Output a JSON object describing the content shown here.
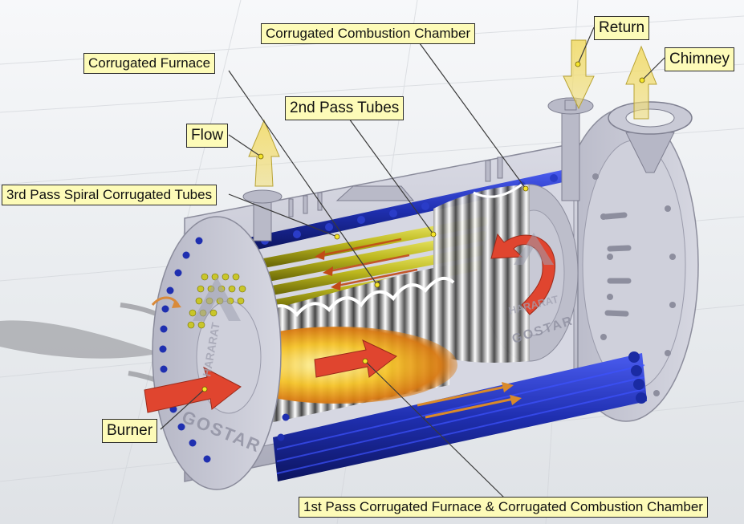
{
  "labels": {
    "corrugated_combustion_chamber": "Corrugated Combustion Chamber",
    "corrugated_furnace": "Corrugated Furnace",
    "return": "Return",
    "chimney": "Chimney",
    "second_pass_tubes": "2nd Pass Tubes",
    "flow": "Flow",
    "third_pass_spiral_tubes": "3rd Pass Spiral Corrugated Tubes",
    "burner": "Burner",
    "first_pass": "1st Pass Corrugated Furnace & Corrugated Combustion Chamber"
  },
  "watermark": {
    "line1": "HARARAT",
    "line2": "GOSTAR"
  },
  "colors": {
    "shell": "#c9cad6",
    "tubes_blue": "#1f2fb0",
    "tubes_yellow": "#c9c62a",
    "flame": "#f3b21f",
    "arrow_red": "#e0452f",
    "arrow_yellow": "#f0d860",
    "callout_bg": "#fdfbb8"
  }
}
